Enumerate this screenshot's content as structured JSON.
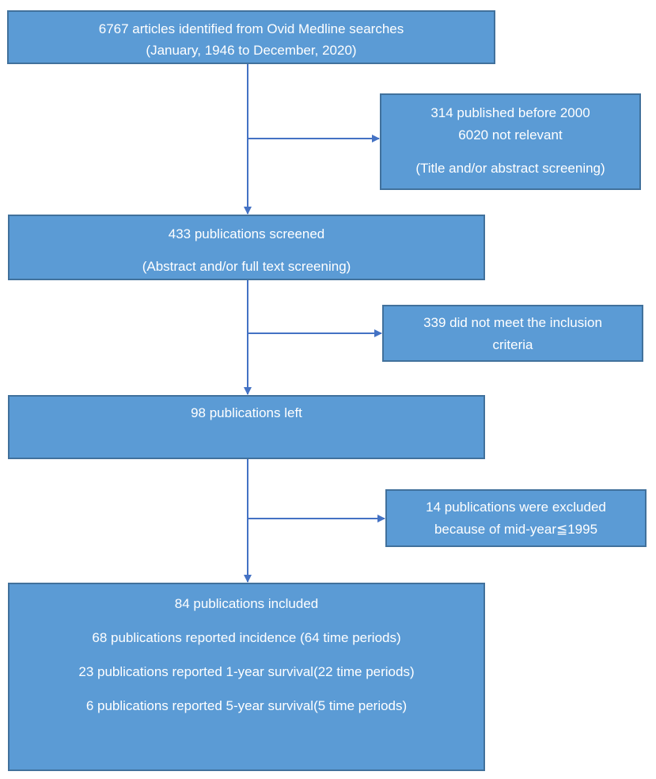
{
  "boxes": {
    "identified": {
      "lines": [
        "6767 articles identified from Ovid Medline searches",
        "(January, 1946 to December, 2020)"
      ]
    },
    "excluded_1": {
      "lines": [
        "314 published before 2000",
        "6020 not relevant",
        "(Title and/or abstract screening)"
      ]
    },
    "screened": {
      "lines": [
        "433 publications screened",
        "(Abstract and/or full text screening)"
      ]
    },
    "excluded_2": {
      "lines": [
        "339 did not meet the inclusion",
        "criteria"
      ]
    },
    "left": {
      "lines": [
        "98 publications left"
      ]
    },
    "excluded_3": {
      "lines": [
        "14 publications were excluded",
        "because of mid-year≦1995"
      ]
    },
    "included": {
      "lines": [
        "84 publications included",
        "68 publications reported incidence (64 time periods)",
        "23 publications reported 1-year survival(22 time periods)",
        "6 publications reported 5-year survival(5 time periods)"
      ]
    }
  },
  "colors": {
    "box_fill": "#5b9bd5",
    "box_border": "#41719c",
    "connector": "#4472c4",
    "text": "#ffffff"
  }
}
